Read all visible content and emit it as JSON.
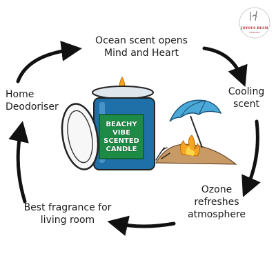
{
  "logo": {
    "name": "JOYOUS BEAM",
    "subtitle": "CANDLES"
  },
  "candle": {
    "label_lines": [
      "BEACHY VIBE",
      "SCENTED",
      "CANDLE"
    ]
  },
  "cycle": [
    {
      "lines": [
        "Ocean scent opens",
        "Mind and Heart"
      ]
    },
    {
      "lines": [
        "Cooling",
        "scent"
      ]
    },
    {
      "lines": [
        "Ozone",
        "refreshes",
        "atmosphere"
      ]
    },
    {
      "lines": [
        "Best fragrance for",
        "living room"
      ]
    },
    {
      "lines": [
        "Home",
        "Deodoriser"
      ]
    }
  ],
  "colors": {
    "jar_blue": "#1f6fa8",
    "label_green": "#1d8a45",
    "sand": "#c89a66",
    "umbrella": "#4aa9d8",
    "arrow": "#111111"
  }
}
